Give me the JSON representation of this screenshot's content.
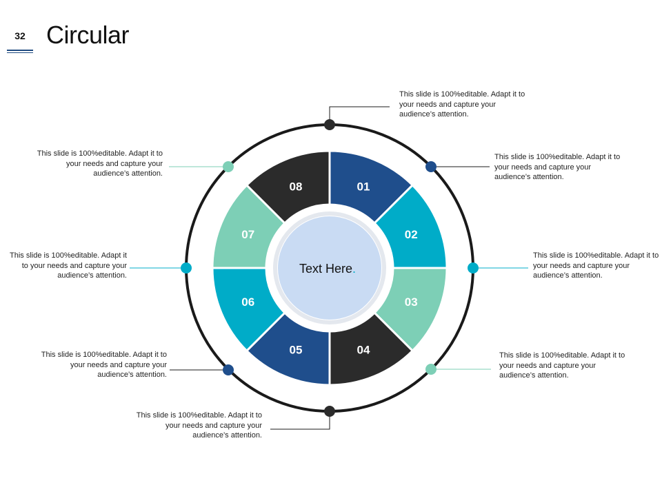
{
  "slide": {
    "number": "32",
    "title": "Circular"
  },
  "center": {
    "text": "Text Here",
    "dot": "."
  },
  "segments": [
    {
      "label": "01",
      "color": "#1f4e8c"
    },
    {
      "label": "02",
      "color": "#00acc8"
    },
    {
      "label": "03",
      "color": "#7dcfb6"
    },
    {
      "label": "04",
      "color": "#2b2b2b"
    },
    {
      "label": "05",
      "color": "#1f4e8c"
    },
    {
      "label": "06",
      "color": "#00acc8"
    },
    {
      "label": "07",
      "color": "#7dcfb6"
    },
    {
      "label": "08",
      "color": "#2b2b2b"
    }
  ],
  "callouts": [
    {
      "text": "This slide is 100%editable. Adapt it to your needs and capture your audience’s attention.",
      "dot_color": "#2b2b2b"
    },
    {
      "text": "This slide is 100%editable. Adapt it to your needs and capture your audience’s attention.",
      "dot_color": "#1f4e8c"
    },
    {
      "text": "This slide is 100%editable. Adapt it to your needs and capture your audience’s attention.",
      "dot_color": "#00acc8"
    },
    {
      "text": "This slide is 100%editable. Adapt it to your needs and capture your audience’s attention.",
      "dot_color": "#7dcfb6"
    },
    {
      "text": "This slide is 100%editable. Adapt it to your needs and capture your audience’s attention.",
      "dot_color": "#2b2b2b"
    },
    {
      "text": "This slide is 100%editable. Adapt it to your needs and capture your audience’s attention.",
      "dot_color": "#1f4e8c"
    },
    {
      "text": "This slide is 100%editable. Adapt it to your needs and capture your audience’s attention.",
      "dot_color": "#00acc8"
    },
    {
      "text": "This slide is 100%editable. Adapt it to your needs and capture your audience’s attention.",
      "dot_color": "#7dcfb6"
    }
  ],
  "colors": {
    "ring": "#1a1a1a",
    "center_fill": "#c9dbf3",
    "center_ring": "#e4e8ee",
    "accent": "#1e4a80"
  }
}
